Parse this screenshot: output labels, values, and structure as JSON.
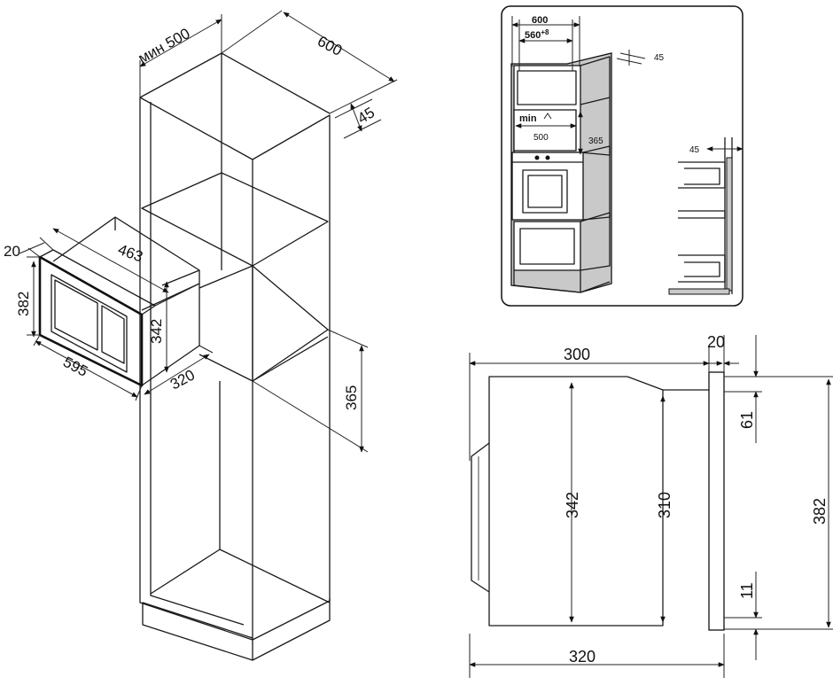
{
  "iso_view": {
    "cabinet_width": "мин 500",
    "cabinet_depth": "600",
    "back_gap": "45",
    "niche_height": "365",
    "mw_front_depth": "20",
    "mw_top_width": "463",
    "mw_front_height": "382",
    "mw_body_height": "342",
    "mw_width": "595",
    "mw_depth": "320"
  },
  "inset_view": {
    "width_outer": "600",
    "width_inner": "560",
    "width_inner_sup": "+8",
    "back_gap": "45",
    "min_label": "min",
    "niche_width": "500",
    "niche_height": "365",
    "side_back_gap": "45"
  },
  "side_view": {
    "body_depth": "300",
    "front_depth": "20",
    "top_offset": "61",
    "body_height": "342",
    "inner_height": "310",
    "front_height": "382",
    "bottom_offset": "11",
    "total_depth": "320"
  }
}
